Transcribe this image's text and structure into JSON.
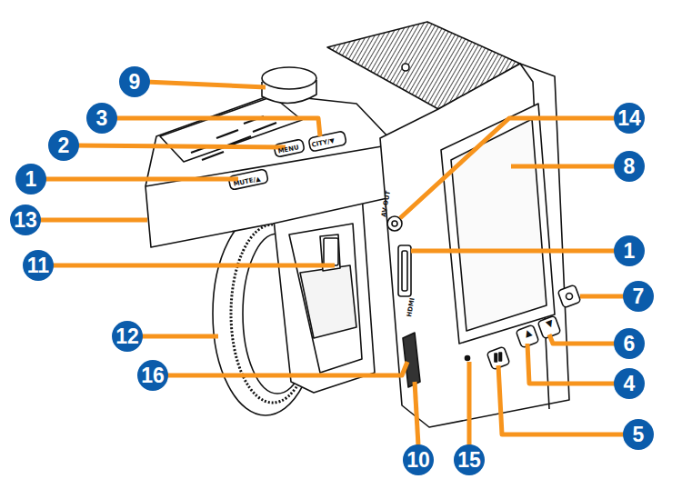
{
  "diagram": {
    "labels": [
      "9",
      "3",
      "2",
      "1",
      "13",
      "11",
      "12",
      "16",
      "10",
      "15",
      "5",
      "4",
      "6",
      "7",
      "1",
      "14",
      "8",
      "MUTE/▲",
      "MENU",
      "CITY/▼",
      "AV-OUT",
      "HDMI",
      "▲",
      "▼"
    ]
  }
}
